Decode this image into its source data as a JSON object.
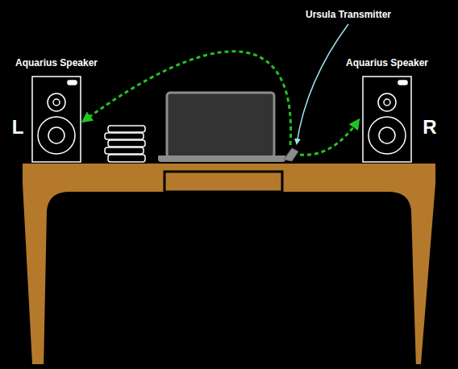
{
  "diagram": {
    "nodes": [
      {
        "text": [
          "Ursula Transmitter"
        ]
      },
      {
        "text": [
          "Aquarius Speaker",
          "L"
        ]
      },
      {
        "text": [
          "Aquarius Speaker",
          "R"
        ]
      }
    ],
    "edges": [
      {
        "from": 0,
        "to": 1,
        "arrow": "to"
      },
      {
        "from": 0,
        "to": 2,
        "arrow": "to"
      }
    ]
  }
}
